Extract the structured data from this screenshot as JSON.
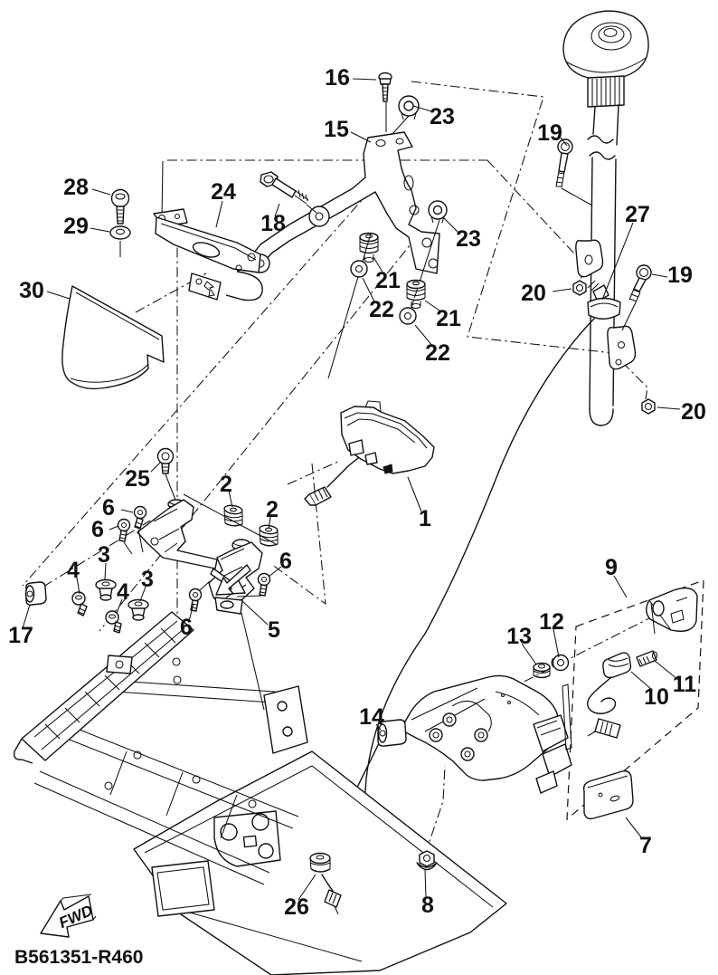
{
  "diagram": {
    "code": "B561351-R460",
    "fwd_label": "FWD",
    "line_color": "#111111",
    "background": "#ffffff"
  },
  "callouts": [
    {
      "id": "16",
      "part": "16"
    },
    {
      "id": "23-a",
      "part": "23"
    },
    {
      "id": "15",
      "part": "15"
    },
    {
      "id": "19-a",
      "part": "19"
    },
    {
      "id": "28",
      "part": "28"
    },
    {
      "id": "24",
      "part": "24"
    },
    {
      "id": "18",
      "part": "18"
    },
    {
      "id": "29",
      "part": "29"
    },
    {
      "id": "23-b",
      "part": "23"
    },
    {
      "id": "27",
      "part": "27"
    },
    {
      "id": "30",
      "part": "30"
    },
    {
      "id": "21-a",
      "part": "21"
    },
    {
      "id": "19-b",
      "part": "19"
    },
    {
      "id": "20-a",
      "part": "20"
    },
    {
      "id": "22-a",
      "part": "22"
    },
    {
      "id": "21-b",
      "part": "21"
    },
    {
      "id": "22-b",
      "part": "22"
    },
    {
      "id": "20-b",
      "part": "20"
    },
    {
      "id": "25",
      "part": "25"
    },
    {
      "id": "2-a",
      "part": "2"
    },
    {
      "id": "2-b",
      "part": "2"
    },
    {
      "id": "6-a",
      "part": "6"
    },
    {
      "id": "6-b",
      "part": "6"
    },
    {
      "id": "3-a",
      "part": "3"
    },
    {
      "id": "4-a",
      "part": "4"
    },
    {
      "id": "3-b",
      "part": "3"
    },
    {
      "id": "4-b",
      "part": "4"
    },
    {
      "id": "6-c",
      "part": "6"
    },
    {
      "id": "6-d",
      "part": "6"
    },
    {
      "id": "5",
      "part": "5"
    },
    {
      "id": "17",
      "part": "17"
    },
    {
      "id": "1",
      "part": "1"
    },
    {
      "id": "9",
      "part": "9"
    },
    {
      "id": "12",
      "part": "12"
    },
    {
      "id": "13",
      "part": "13"
    },
    {
      "id": "11",
      "part": "11"
    },
    {
      "id": "10",
      "part": "10"
    },
    {
      "id": "14",
      "part": "14"
    },
    {
      "id": "7",
      "part": "7"
    },
    {
      "id": "8",
      "part": "8"
    },
    {
      "id": "26",
      "part": "26"
    }
  ]
}
